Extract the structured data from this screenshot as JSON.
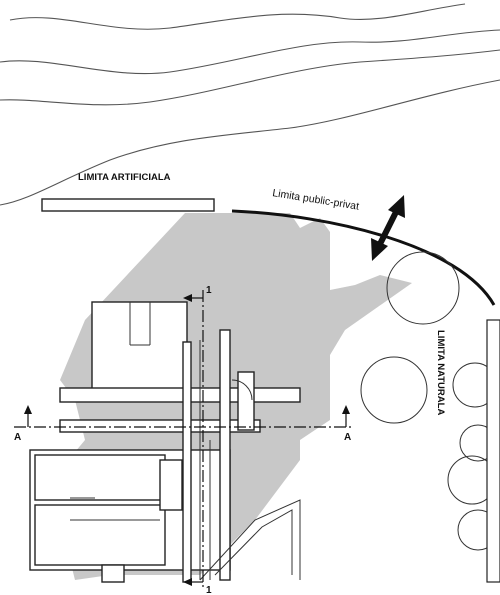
{
  "labels": {
    "artificial_limit": "LIMITA ARTIFICIALA",
    "public_private_limit": "Limita public-privat",
    "natural_limit": "LIMITA NATURALA",
    "section_a_left": "A",
    "section_a_right": "A",
    "section_1_top": "1",
    "section_1_bottom": "1"
  },
  "colors": {
    "shadow": "#c8c8c8",
    "line": "#222222",
    "background": "#ffffff"
  }
}
